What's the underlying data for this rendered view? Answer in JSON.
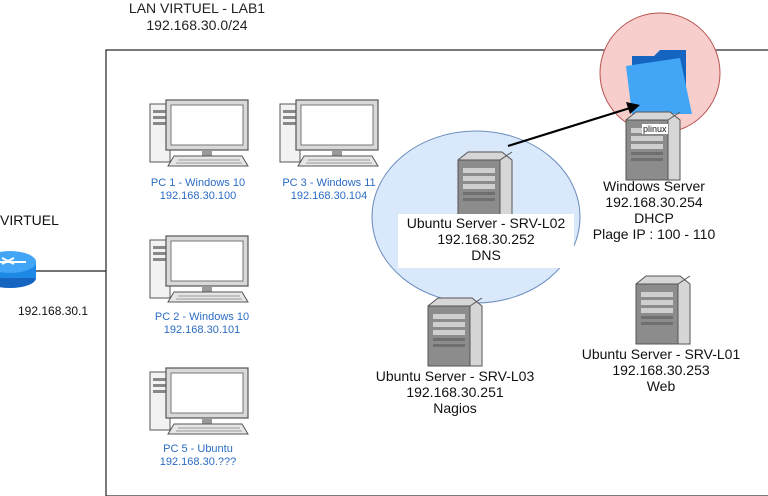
{
  "lan": {
    "title_line1": "LAN VIRTUEL - LAB1",
    "title_line2": "192.168.30.0/24"
  },
  "router": {
    "label": "VIRTUEL",
    "ip": "192.168.30.1",
    "icon": "router-icon",
    "color": "#1e88e5"
  },
  "pcs": [
    {
      "line1": "PC 1 - Windows 10",
      "line2": "192.168.30.100"
    },
    {
      "line1": "PC 3 - Windows 11",
      "line2": "192.168.30.104"
    },
    {
      "line1": "PC 2 - Windows 10",
      "line2": "192.168.30.101"
    },
    {
      "line1": "PC 5 - Ubuntu",
      "line2": "192.168.30.???"
    }
  ],
  "servers": {
    "srv_l02": {
      "line1": "Ubuntu Server - SRV-L02",
      "line2": "192.168.30.252",
      "line3": "DNS"
    },
    "windows": {
      "line1": "Windows Server",
      "line2": "192.168.30.254",
      "line3": "DHCP",
      "line4": "Plage IP : 100 - 110"
    },
    "srv_l03": {
      "line1": "Ubuntu Server - SRV-L03",
      "line2": "192.168.30.251",
      "line3": "Nagios"
    },
    "srv_l01": {
      "line1": "Ubuntu Server - SRV-L01",
      "line2": "192.168.30.253",
      "line3": "Web"
    }
  },
  "share": {
    "label": "plinux",
    "icon": "folder-icon",
    "circle_color": "#f8cecc",
    "circle_border": "#b85450"
  },
  "colors": {
    "pc_label": "#2b6cc4",
    "highlight_fill": "#dae8fc",
    "highlight_border": "#6c8ebf"
  }
}
